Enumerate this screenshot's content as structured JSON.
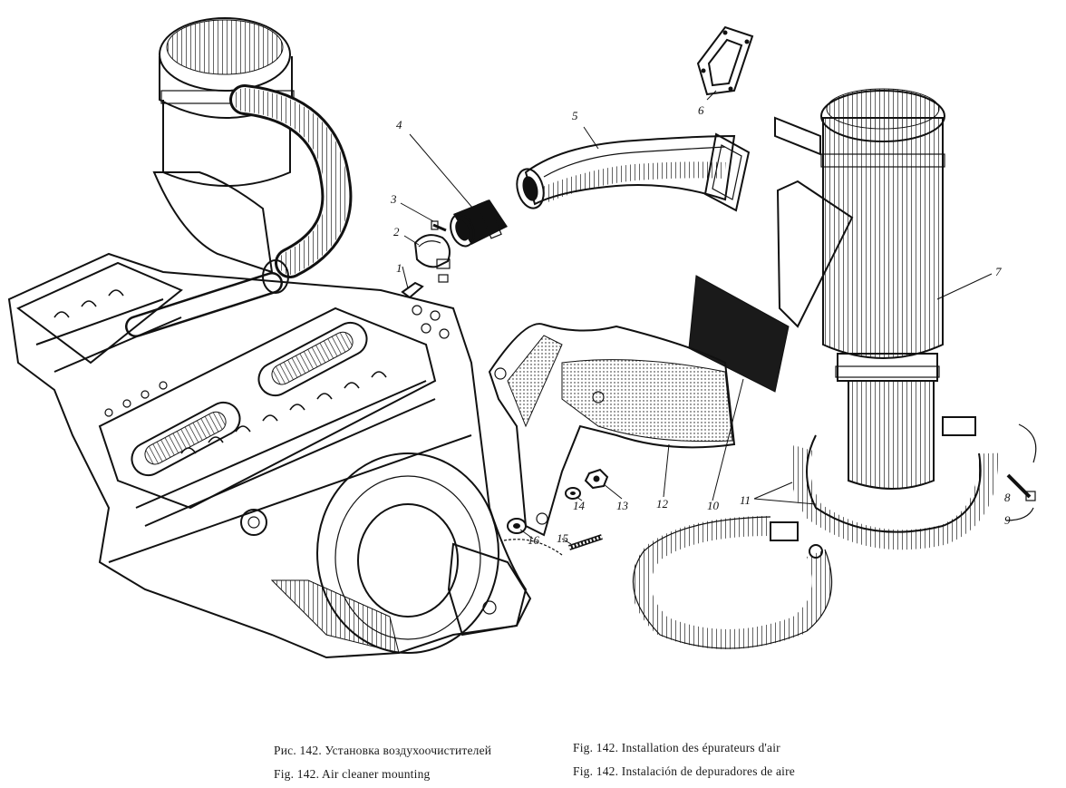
{
  "figure": {
    "part_numbers": [
      "1",
      "2",
      "3",
      "4",
      "5",
      "6",
      "7",
      "8",
      "9",
      "10",
      "11",
      "12",
      "13",
      "14",
      "15",
      "16"
    ]
  },
  "captions": {
    "ru": "Рис. 142. Установка воздухоочистителей",
    "en": "Fig. 142. Air cleaner mounting",
    "fr": "Fig. 142. Installation des épurateurs d'air",
    "es": "Fig. 142. Instalación de depuradores de aire"
  },
  "colors": {
    "ink": "#111111",
    "paper": "#ffffff"
  }
}
